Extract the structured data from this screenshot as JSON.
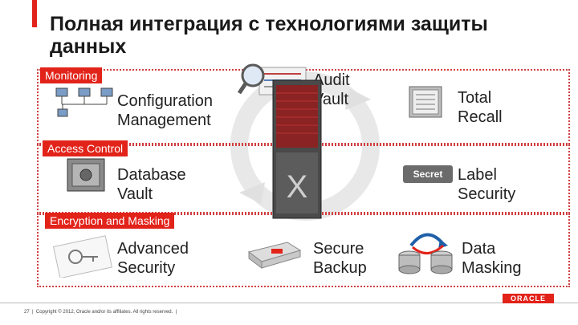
{
  "title": "Полная интеграция с технологиями защиты данных",
  "sections": {
    "monitoring": "Monitoring",
    "access_control": "Access Control",
    "encryption": "Encryption and Masking"
  },
  "products": {
    "configuration_management": [
      "Configuration",
      "Management"
    ],
    "audit_vault": [
      "Audit",
      "Vault"
    ],
    "total_recall": [
      "Total",
      "Recall"
    ],
    "database_vault": [
      "Database",
      "Vault"
    ],
    "label_security": [
      "Label",
      "Security"
    ],
    "advanced_security": [
      "Advanced",
      "Security"
    ],
    "secure_backup": [
      "Secure",
      "Backup"
    ],
    "data_masking": [
      "Data",
      "Masking"
    ]
  },
  "secret_badge": "Secret",
  "footer": {
    "page_number": "27",
    "copyright": "Copyright © 2012, Oracle and/or its affiliates. All rights reserved."
  },
  "brand": {
    "logo": "ORACLE",
    "accent": "#e2231a"
  },
  "icons": [
    "network-computers-icon",
    "sql-magnifier-icon",
    "exadata-server-icon",
    "document-stack-icon",
    "safe-icon",
    "secret-badge-icon",
    "key-certificate-icon",
    "tape-cartridge-icon",
    "database-cycle-icon"
  ]
}
